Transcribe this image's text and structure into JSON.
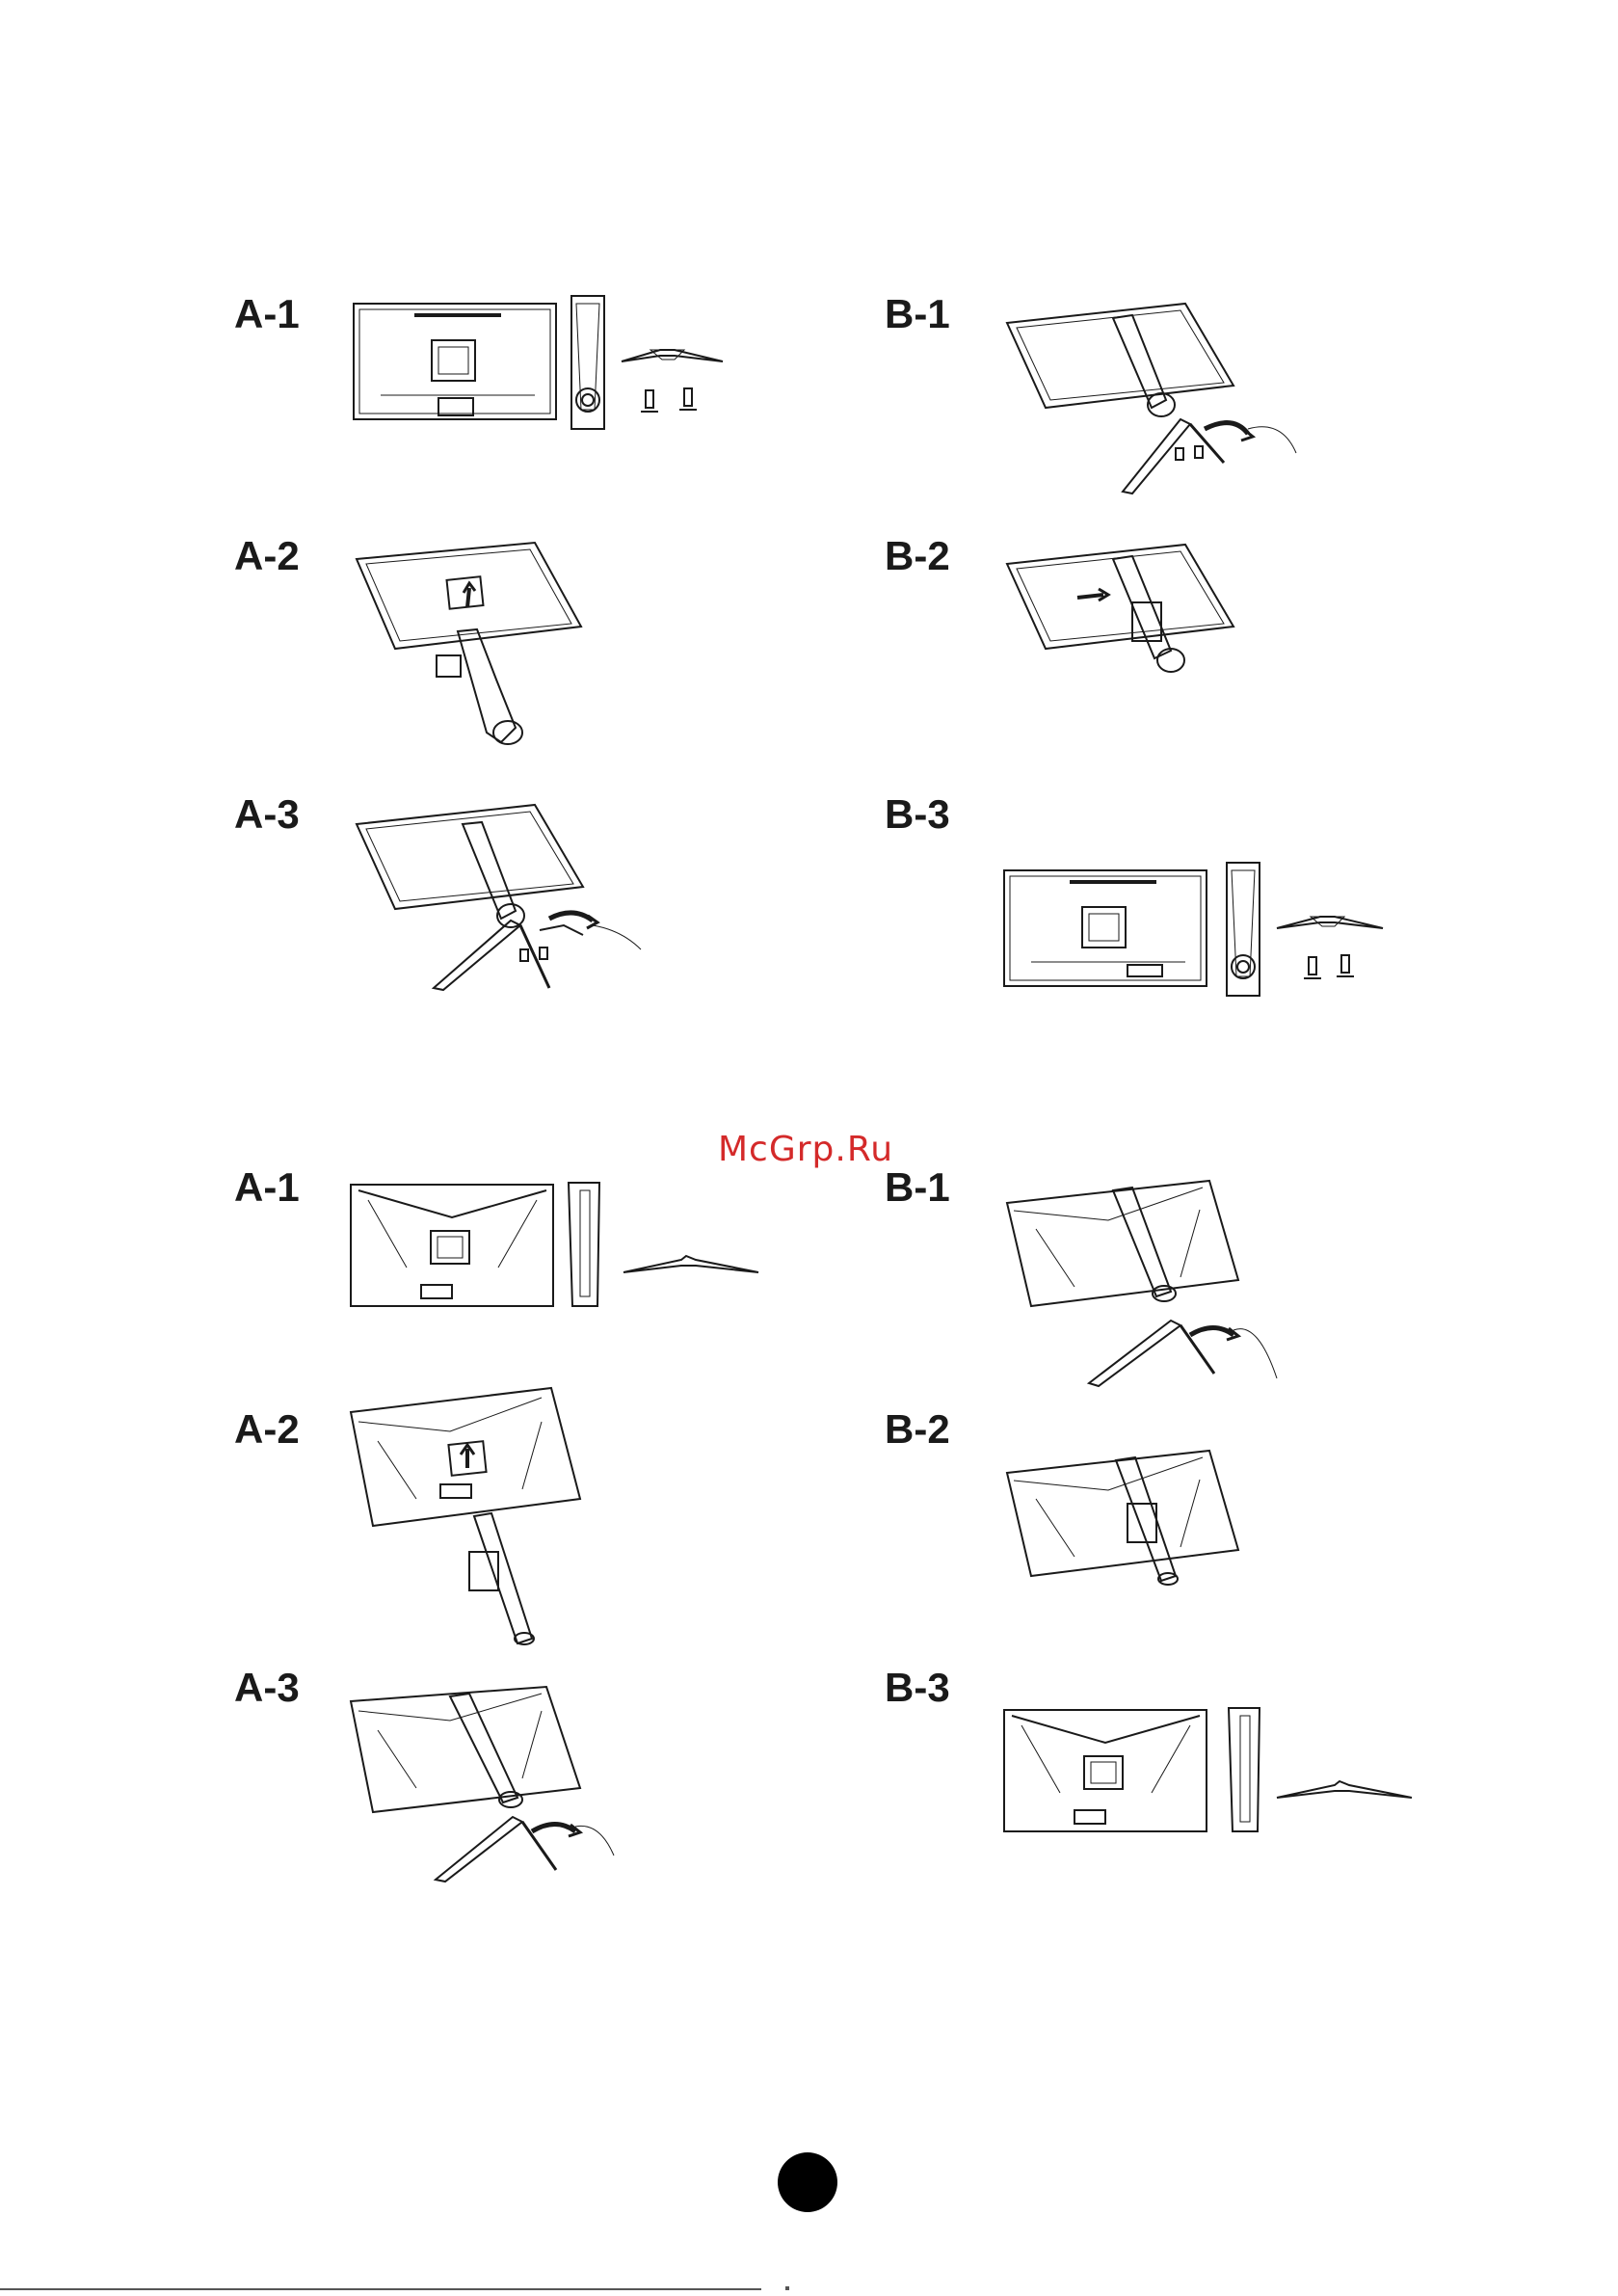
{
  "watermark": "McGrp.Ru",
  "section_top": {
    "steps": [
      {
        "id": "A-1",
        "label": "A-1"
      },
      {
        "id": "A-2",
        "label": "A-2"
      },
      {
        "id": "A-3",
        "label": "A-3"
      },
      {
        "id": "B-1",
        "label": "B-1"
      },
      {
        "id": "B-2",
        "label": "B-2"
      },
      {
        "id": "B-3",
        "label": "B-3"
      }
    ]
  },
  "section_bottom": {
    "steps": [
      {
        "id": "A-1",
        "label": "A-1"
      },
      {
        "id": "A-2",
        "label": "A-2"
      },
      {
        "id": "A-3",
        "label": "A-3"
      },
      {
        "id": "B-1",
        "label": "B-1"
      },
      {
        "id": "B-2",
        "label": "B-2"
      },
      {
        "id": "B-3",
        "label": "B-3"
      }
    ]
  },
  "colors": {
    "ink": "#1a1a1a",
    "watermark": "#d42a2a",
    "page_dot": "#000000"
  }
}
